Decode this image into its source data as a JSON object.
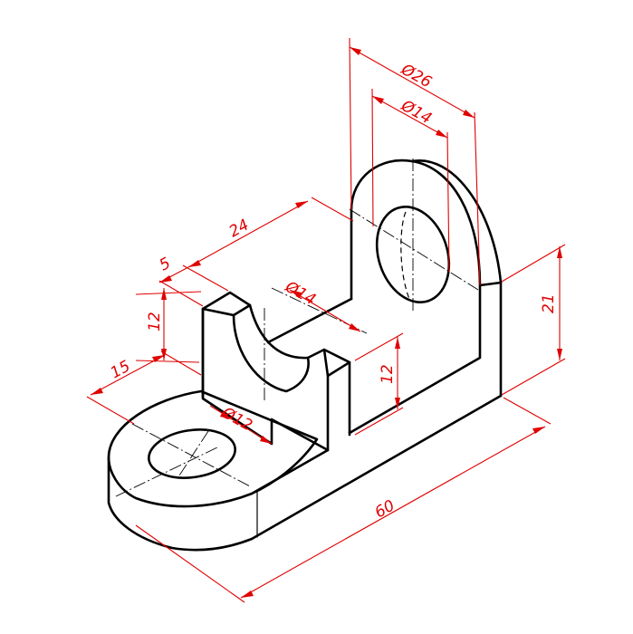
{
  "dimensions": {
    "d_boss_outer": "Ø26",
    "d_boss_inner": "Ø14",
    "slot_length": "24",
    "wall_thickness": "5",
    "block_height": "12",
    "saddle_dia": "Ø14",
    "base_radius": "15",
    "base_hole": "Ø12",
    "gap_height": "12",
    "upright_height": "21",
    "overall_length": "60"
  },
  "colors": {
    "object": "#000000",
    "dimension": "#e00000"
  }
}
